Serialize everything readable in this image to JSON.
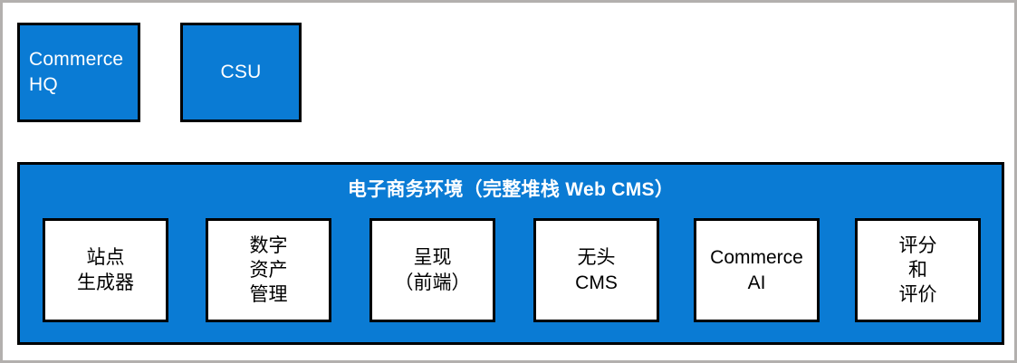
{
  "diagram": {
    "background_color": "#ffffff",
    "accent_color": "#0a7bd4",
    "outline_color": "#000000",
    "border_color": "#b3b0ae",
    "top_nodes": [
      {
        "id": "commerce-hq",
        "label": "Commerce HQ",
        "line1": "Commerce",
        "line2": "HQ"
      },
      {
        "id": "csu",
        "label": "CSU",
        "line1": "CSU",
        "line2": ""
      }
    ],
    "environment": {
      "title": "电子商务环境（完整堆栈 Web CMS）",
      "capabilities": [
        {
          "id": "site-generator",
          "line1": "站点",
          "line2": "生成器",
          "line3": ""
        },
        {
          "id": "digital-asset-mgmt",
          "line1": "数字",
          "line2": "资产",
          "line3": "管理"
        },
        {
          "id": "presentation",
          "line1": "呈现",
          "line2": "（前端）",
          "line3": ""
        },
        {
          "id": "headless-cms",
          "line1": "无头",
          "line2": "CMS",
          "line3": ""
        },
        {
          "id": "commerce-ai",
          "line1": "Commerce",
          "line2": "AI",
          "line3": ""
        },
        {
          "id": "ratings-reviews",
          "line1": "评分",
          "line2": "和",
          "line3": "评价"
        }
      ]
    }
  }
}
